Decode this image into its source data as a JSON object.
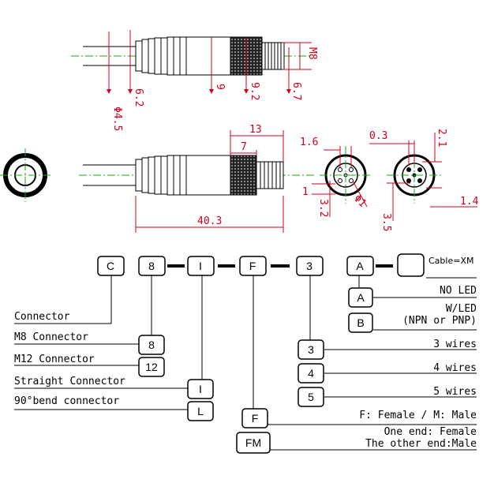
{
  "dimensions": {
    "top": {
      "d_cable": "Φ4.5",
      "d_62": "6.2",
      "d_9": "9",
      "d_92": "9.2",
      "d_67": "6.7",
      "thread": "M8"
    },
    "mid": {
      "d_13": "13",
      "d_7": "7",
      "d_403": "40.3"
    },
    "female": {
      "d_16": "1.6",
      "d_1": "1",
      "d_32": "3.2",
      "d_pin": "Φ1"
    },
    "male": {
      "d_03": "0.3",
      "d_21": "2.1",
      "d_14": "1.4",
      "d_35": "3.5"
    }
  },
  "code_boxes": {
    "c": "C",
    "size": "8",
    "mount": "I",
    "gender": "F",
    "wires": "3",
    "led": "A",
    "cable": ""
  },
  "cable_label": "Cable=XM",
  "options": {
    "led": [
      {
        "code": "A",
        "label": "NO LED"
      },
      {
        "code": "B",
        "label_1": "W/LED",
        "label_2": "(NPN or PNP)"
      }
    ],
    "wires": [
      {
        "code": "3",
        "label": "3 wires"
      },
      {
        "code": "4",
        "label": "4 wires"
      },
      {
        "code": "5",
        "label": "5 wires"
      }
    ],
    "left": {
      "connector": "Connector",
      "m8": "M8 Connector",
      "m8_code": "8",
      "m12": "M12 Connector",
      "m12_code": "12",
      "straight": "Straight Connector",
      "straight_code": "I",
      "bend": "90°bend connector",
      "bend_code": "L"
    },
    "gender": [
      {
        "code": "F",
        "label": "F: Female / M: Male"
      },
      {
        "code": "FM",
        "label_1": "One end: Female",
        "label_2": "The other end:Male"
      }
    ]
  }
}
